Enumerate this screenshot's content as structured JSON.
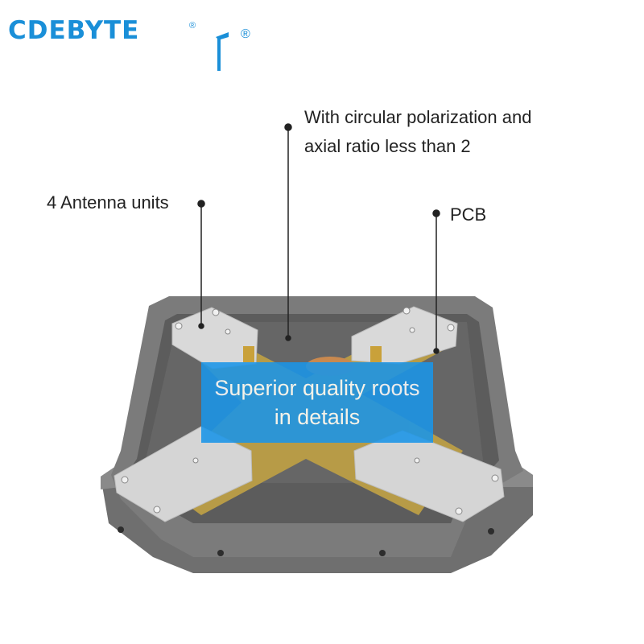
{
  "brand": {
    "name": "CDEBYTE",
    "registered_mark": "®",
    "mark_registered": "®"
  },
  "callouts": {
    "polarization_line1": "With circular polarization and",
    "polarization_line2": "axial ratio less than 2",
    "antenna_units": "4 Antenna units",
    "pcb": "PCB"
  },
  "banner": {
    "line1": "Superior quality roots",
    "line2": "in details"
  },
  "colors": {
    "brand": "#1a8fd8",
    "banner": "#1a95e8",
    "housing": "#7b7b7b",
    "pcb": "#b79b47",
    "antenna_plate": "#d9d9d9"
  }
}
